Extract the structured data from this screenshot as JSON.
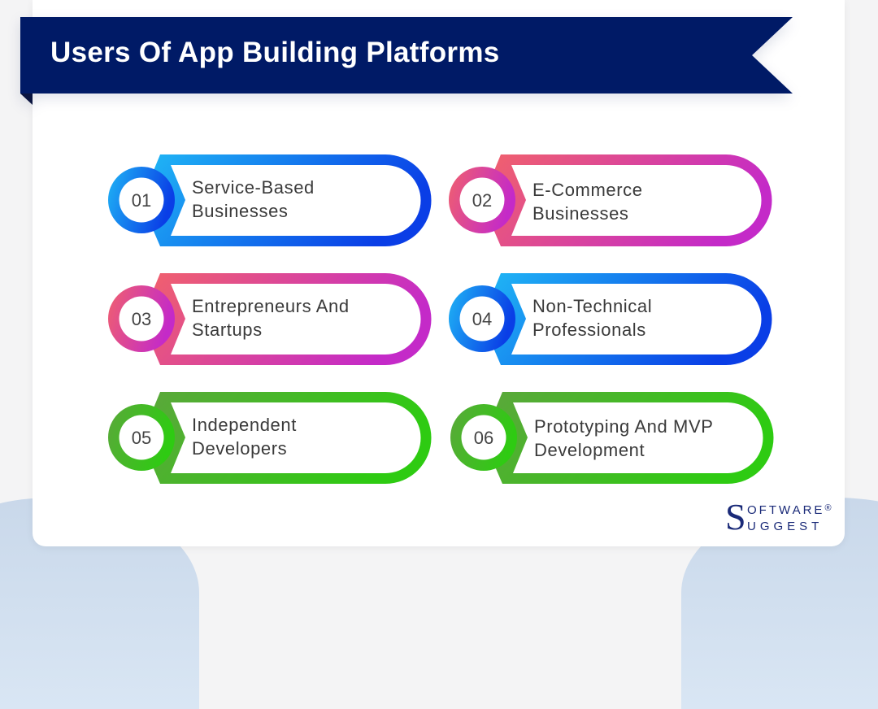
{
  "header": {
    "title": "Users Of App Building Platforms",
    "banner_color": "#001a66"
  },
  "items": [
    {
      "number": "01",
      "line1": "Service-Based",
      "line2": "Businesses",
      "gradient": [
        "#1fb4f5",
        "#0a3ee6"
      ]
    },
    {
      "number": "02",
      "line1": "E-Commerce",
      "line2": "Businesses",
      "gradient": [
        "#f0606e",
        "#c42ac8"
      ]
    },
    {
      "number": "03",
      "line1": "Entrepreneurs And",
      "line2": "Startups",
      "gradient": [
        "#f0606e",
        "#c42ac8"
      ]
    },
    {
      "number": "04",
      "line1": "Non-Technical",
      "line2": "Professionals",
      "gradient": [
        "#1fb4f5",
        "#0a3ee6"
      ]
    },
    {
      "number": "05",
      "line1": "Independent",
      "line2": "Developers",
      "gradient": [
        "#5aa83a",
        "#2ecb12"
      ]
    },
    {
      "number": "06",
      "line1": "Prototyping And MVP",
      "line2": "Development",
      "gradient": [
        "#5aa83a",
        "#2ecb12"
      ]
    }
  ],
  "logo": {
    "initial": "S",
    "row1": "OFTWARE",
    "registered": "®",
    "row2": "UGGEST"
  }
}
